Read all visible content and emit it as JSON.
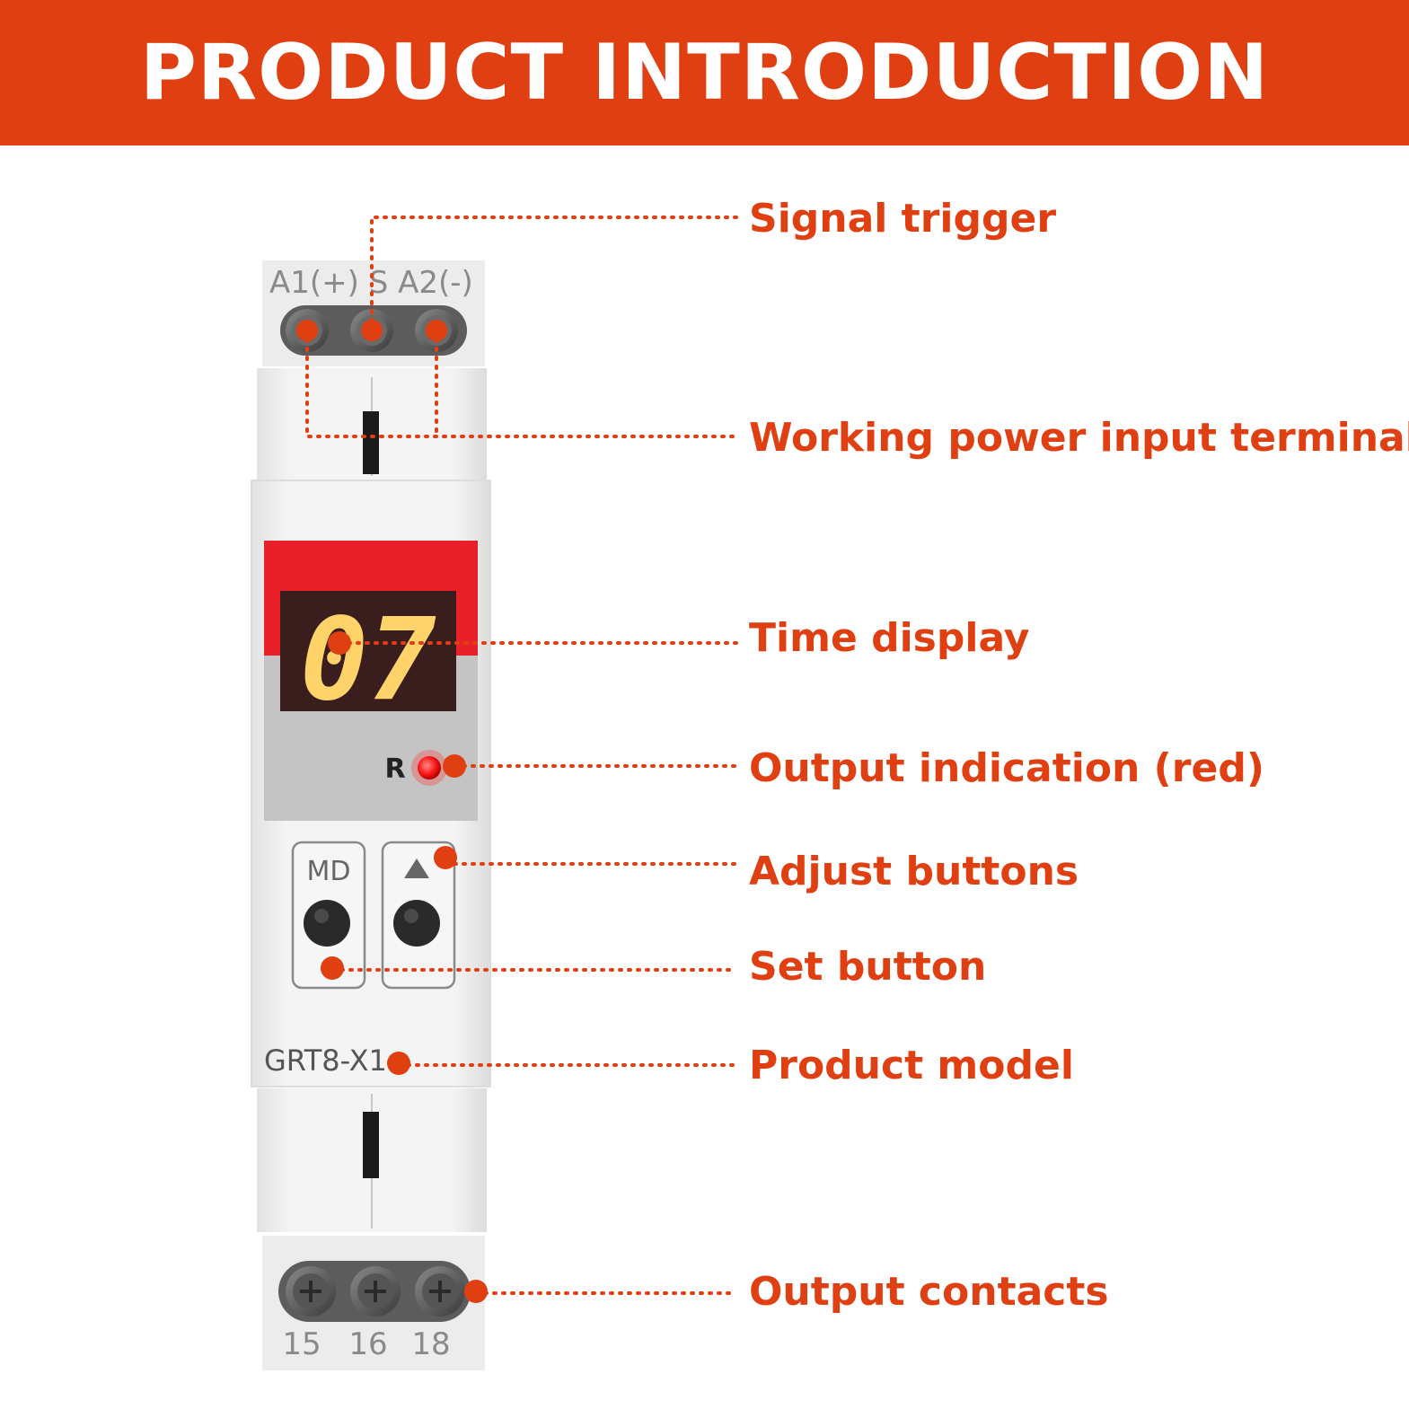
{
  "banner": {
    "title": "PRODUCT INTRODUCTION"
  },
  "device": {
    "top_terminal_labels": "A1(+) S A2(-)",
    "display_digits": "07",
    "led_label": "R",
    "button_left_label": "MD",
    "button_right_icon": "up-triangle-icon",
    "model": "GRT8-X1",
    "bottom_terminal_labels": [
      "15",
      "16",
      "18"
    ]
  },
  "callouts": {
    "signal_trigger": "Signal trigger",
    "working_power": "Working power input terminal",
    "time_display": "Time display",
    "output_indication": "Output indication (red)",
    "adjust_buttons": "Adjust buttons",
    "set_button": "Set button",
    "product_model": "Product model",
    "output_contacts": "Output contacts"
  },
  "colors": {
    "accent": "#e03f12",
    "display_red": "#e8202a",
    "segment_glow": "#ffd36a",
    "device_body": "#f1f1f1"
  }
}
